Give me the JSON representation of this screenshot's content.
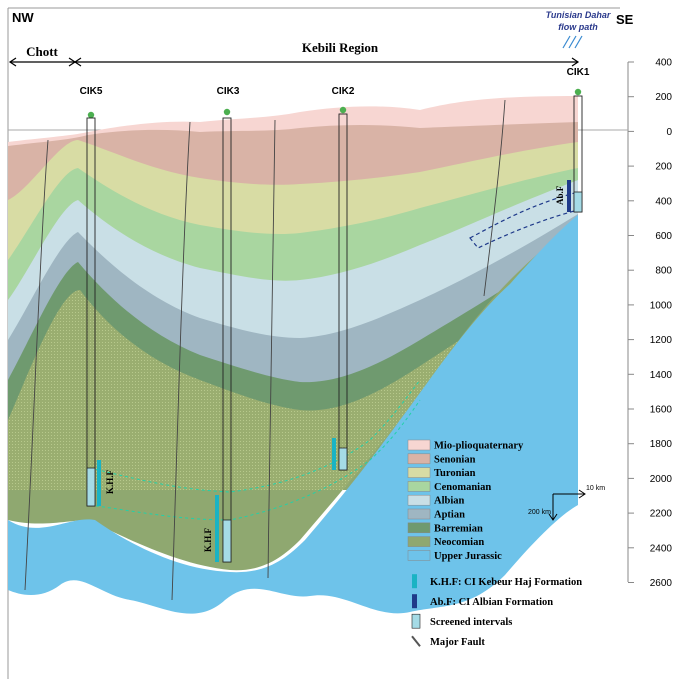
{
  "header": {
    "left": "NW",
    "right": "SE",
    "flow_note": [
      "Tunisian Dahar",
      "flow path"
    ]
  },
  "regions": {
    "chott": "Chott",
    "kebili": "Kebili Region"
  },
  "wells": [
    {
      "id": "CIK5"
    },
    {
      "id": "CIK3"
    },
    {
      "id": "CIK2"
    },
    {
      "id": "CIK1"
    }
  ],
  "scale_axis": {
    "ticks": [
      "400",
      "200",
      "0",
      "200",
      "400",
      "600",
      "800",
      "1000",
      "1200",
      "1400",
      "1600",
      "1800",
      "2000",
      "2200",
      "2400",
      "2600"
    ]
  },
  "formation_tags": {
    "khf": "K.H.F",
    "abf": "Ab.F"
  },
  "legend": {
    "layers": [
      {
        "label": "Mio-plioquaternary",
        "color": "#f7d6d2"
      },
      {
        "label": "Senonian",
        "color": "#d9b3a6"
      },
      {
        "label": "Turonian",
        "color": "#d8dca4"
      },
      {
        "label": "Cenomanian",
        "color": "#a9d6a0"
      },
      {
        "label": "Albian",
        "color": "#c9dfe6"
      },
      {
        "label": "Aptian",
        "color": "#9fb6c2"
      },
      {
        "label": "Barremian",
        "color": "#6f9a6f"
      },
      {
        "label": "Neocomian",
        "color": "#8fa870"
      },
      {
        "label": "Upper Jurassic",
        "color": "#6ec3ea"
      }
    ],
    "symbols": [
      {
        "label": "K.H.F: CI Kebeur Haj Formation",
        "color": "#1ab3c4"
      },
      {
        "label": "Ab.F: CI Albian Formation",
        "color": "#1f3a8a"
      },
      {
        "label": "Screened intervals",
        "color": "#a5dbe6"
      },
      {
        "label": "Major Fault",
        "color": "#555555"
      }
    ]
  },
  "scale_bar": {
    "horizontal": "10 km",
    "vertical": "200 km"
  }
}
